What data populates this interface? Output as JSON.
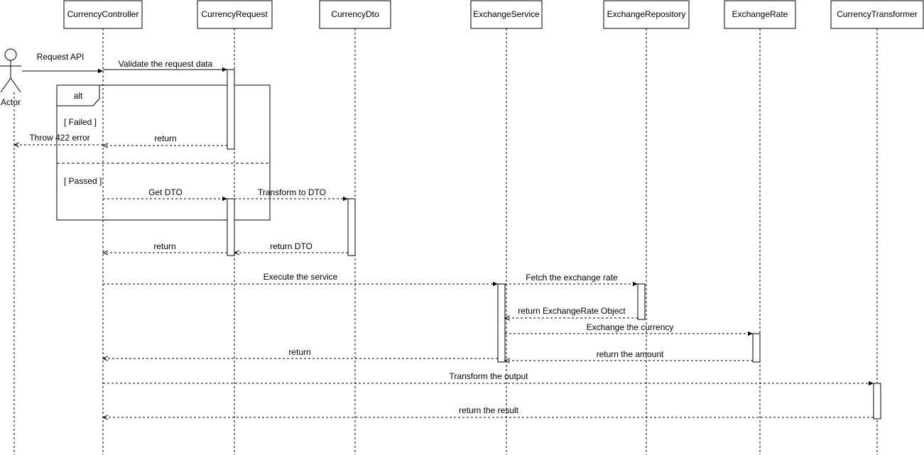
{
  "diagram": {
    "actor": {
      "label": "Actor"
    },
    "participants": [
      {
        "id": "controller",
        "label": "CurrencyController"
      },
      {
        "id": "request",
        "label": "CurrencyRequest"
      },
      {
        "id": "dto",
        "label": "CurrencyDto"
      },
      {
        "id": "service",
        "label": "ExchangeService"
      },
      {
        "id": "repository",
        "label": "ExchangeRepository"
      },
      {
        "id": "rate",
        "label": "ExchangeRate"
      },
      {
        "id": "transformer",
        "label": "CurrencyTransformer"
      }
    ],
    "fragment": {
      "operator": "alt",
      "guards": [
        "[ Failed ]",
        "[ Passed ]"
      ]
    },
    "messages": [
      {
        "from": "actor",
        "to": "controller",
        "label": "Request API",
        "style": "sync"
      },
      {
        "from": "controller",
        "to": "request",
        "label": "Validate the request data",
        "style": "sync"
      },
      {
        "from": "request",
        "to": "controller",
        "label": "return",
        "style": "return"
      },
      {
        "from": "controller",
        "to": "actor",
        "label": "Throw 422 error",
        "style": "return"
      },
      {
        "from": "controller",
        "to": "request",
        "label": "Get DTO",
        "style": "call"
      },
      {
        "from": "request",
        "to": "dto",
        "label": "Transform to DTO",
        "style": "call"
      },
      {
        "from": "dto",
        "to": "request",
        "label": "return DTO",
        "style": "return"
      },
      {
        "from": "request",
        "to": "controller",
        "label": "return",
        "style": "return"
      },
      {
        "from": "controller",
        "to": "service",
        "label": "Execute the service",
        "style": "call"
      },
      {
        "from": "service",
        "to": "repository",
        "label": "Fetch the exchange rate",
        "style": "call"
      },
      {
        "from": "repository",
        "to": "service",
        "label": "return ExchangeRate Object",
        "style": "return"
      },
      {
        "from": "service",
        "to": "rate",
        "label": "Exchange the currency",
        "style": "call"
      },
      {
        "from": "rate",
        "to": "service",
        "label": "return the amount",
        "style": "return"
      },
      {
        "from": "service",
        "to": "controller",
        "label": "return",
        "style": "return"
      },
      {
        "from": "controller",
        "to": "transformer",
        "label": "Transform the output",
        "style": "call"
      },
      {
        "from": "transformer",
        "to": "controller",
        "label": "return the result",
        "style": "return"
      }
    ]
  }
}
